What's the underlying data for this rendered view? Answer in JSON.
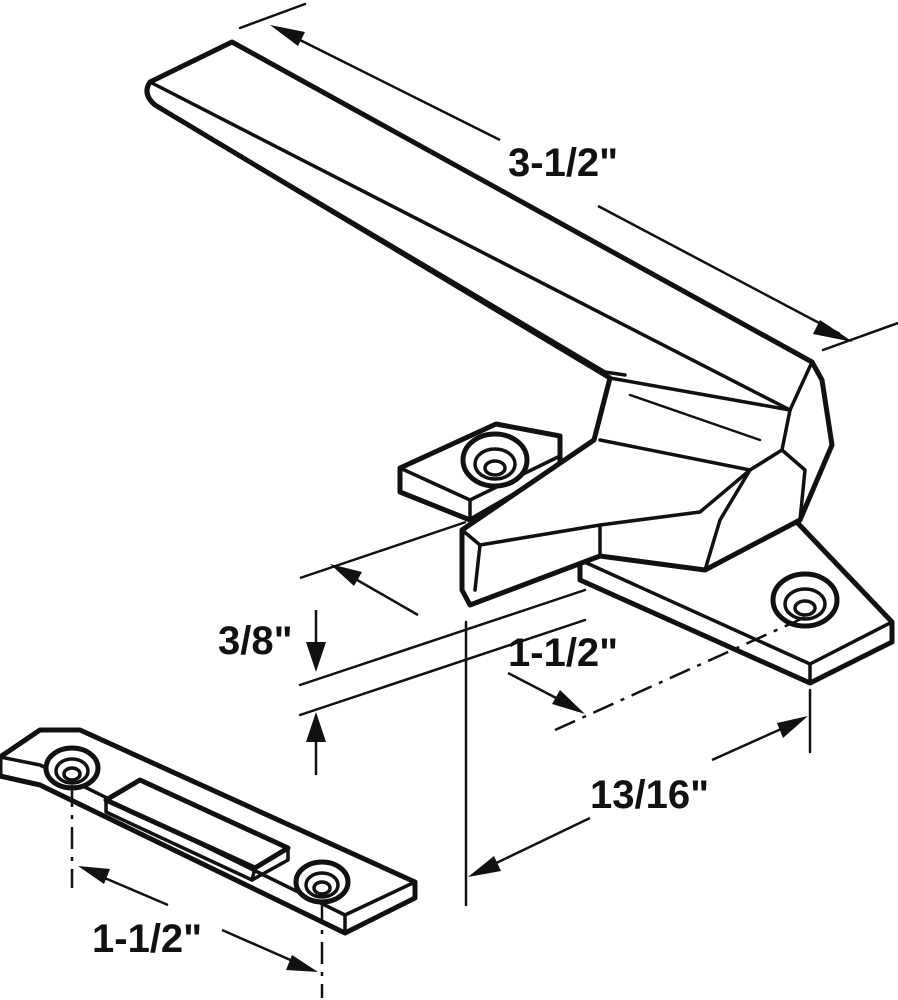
{
  "dimensions": {
    "handle_length": "3-1/2\"",
    "height": "3/8\"",
    "hole_spacing_lock": "1-1/2\"",
    "depth": "13/16\"",
    "hole_spacing_keeper": "1-1/2\""
  },
  "colors": {
    "line": "#111111",
    "background": "#ffffff"
  }
}
